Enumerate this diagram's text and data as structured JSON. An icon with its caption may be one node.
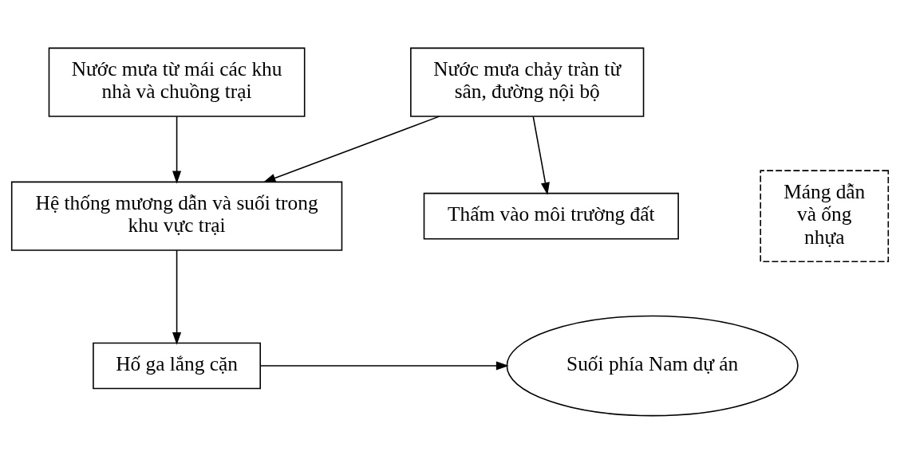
{
  "diagram": {
    "nodes": [
      {
        "text": [
          "Nước mưa từ mái các khu nhà và chuồng trại"
        ]
      },
      {
        "text": [
          "Nước mưa chảy tràn từ sân, đường nội bộ"
        ]
      },
      {
        "text": [
          "Máng dẫn và ống nhựa"
        ]
      },
      {
        "text": [
          "Thấm vào môi trường đất"
        ]
      },
      {
        "text": [
          "Hệ thống mương dẫn và suối trong khu vực trại"
        ]
      },
      {
        "text": [
          "Hố ga lắng cặn"
        ]
      },
      {
        "text": [
          "Suối phía Nam dự án"
        ]
      }
    ],
    "edges": [
      {
        "from": 0,
        "to": 4,
        "arrow": "to"
      },
      {
        "from": 1,
        "to": 4,
        "arrow": "to"
      },
      {
        "from": 1,
        "to": 3,
        "arrow": "to"
      },
      {
        "from": 4,
        "to": 5,
        "arrow": "to"
      },
      {
        "from": 5,
        "to": 6,
        "arrow": "to"
      }
    ]
  }
}
